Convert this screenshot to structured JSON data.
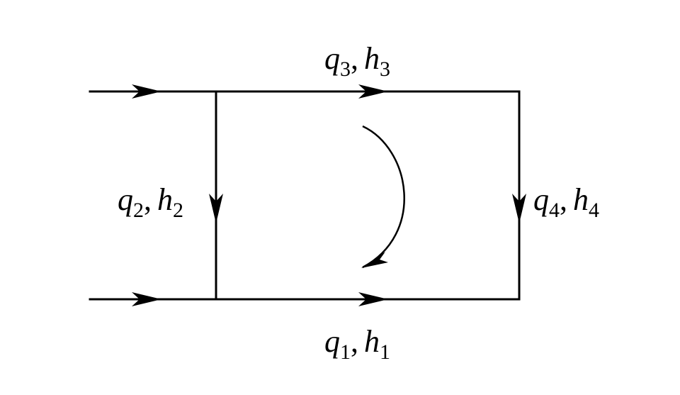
{
  "diagram": {
    "labels": {
      "q3h3": {
        "q": "q",
        "qsub": "3",
        "sep": ",",
        "h": "h",
        "hsub": "3"
      },
      "q2h2": {
        "q": "q",
        "qsub": "2",
        "sep": ",",
        "h": "h",
        "hsub": "2"
      },
      "q4h4": {
        "q": "q",
        "qsub": "4",
        "sep": ",",
        "h": "h",
        "hsub": "4"
      },
      "q1h1": {
        "q": "q",
        "qsub": "1",
        "sep": ",",
        "h": "h",
        "hsub": "1"
      }
    },
    "loop_direction": "clockwise"
  }
}
